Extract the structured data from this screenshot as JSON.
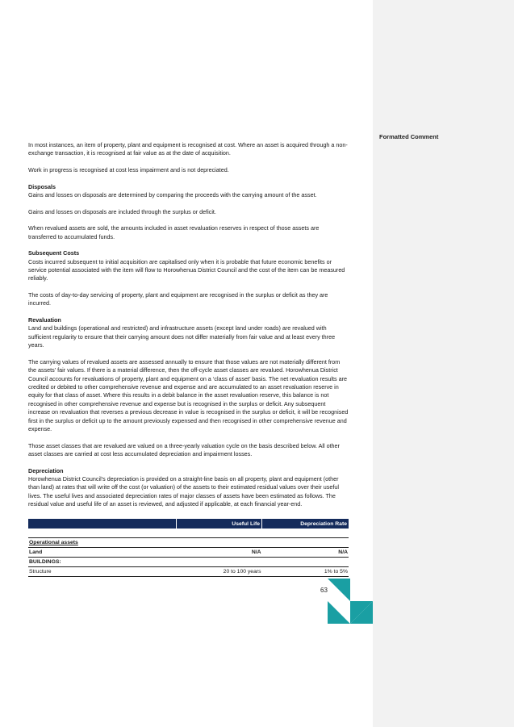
{
  "sidebar": {
    "title": "Formatted Comment"
  },
  "paragraphs": {
    "p1": "In most instances, an item of property, plant and equipment is recognised at cost. Where an asset is acquired through a non-exchange transaction, it is recognised at fair value as at the date of acquisition.",
    "p2": "Work in progress is recognised at cost less impairment and is not depreciated.",
    "disposals_heading": "Disposals",
    "p3": "Gains and losses on disposals are determined by comparing the proceeds with the carrying amount of the asset.",
    "p4": "Gains and losses on disposals are included through the surplus or deficit.",
    "p5": "When revalued assets are sold, the amounts included in asset revaluation reserves in respect of those assets are transferred to accumulated funds.",
    "subsequent_heading": "Subsequent Costs",
    "p6": "Costs incurred subsequent to initial acquisition are capitalised only when it is probable that future economic benefits or service potential associated with the item will flow to Horowhenua District Council and the cost of the item can be measured reliably.",
    "p7": "The costs of day-to-day servicing of property, plant and equipment are recognised in the surplus or deficit as they are incurred.",
    "revaluation_heading": "Revaluation",
    "p8": "Land and buildings (operational and restricted) and infrastructure assets (except land under roads) are revalued with sufficient regularity to ensure that their carrying amount does not differ materially from fair value and at least every three years.",
    "p9": "The carrying values of revalued assets are assessed annually to ensure that those values are not materially different from the assets’ fair values. If there is a material difference, then the off-cycle asset classes are revalued. Horowhenua District Council accounts for revaluations of property, plant and equipment on a ‘class of asset’ basis. The net revaluation results are credited or debited to other comprehensive revenue and expense and are accumulated to an asset revaluation reserve in equity for that class of asset. Where this results in a debit balance in the asset revaluation reserve, this balance is not recognised in other comprehensive revenue and expense but is recognised in the surplus or deficit. Any subsequent increase on revaluation that reverses a previous decrease in value is recognised in the surplus or deficit, it will be recognised first in the surplus or deficit up to the amount previously expensed and then recognised in other comprehensive revenue and expense.",
    "p10": "Those asset classes that are revalued are valued on a three-yearly valuation cycle on the basis described below. All other asset classes are carried at cost less accumulated depreciation and impairment losses.",
    "depreciation_heading": "Depreciation",
    "p11": "Horowhenua District Council’s depreciation is provided on a straight-line basis on all property, plant and equipment (other than land) at rates that will write off the cost (or valuation) of the assets to their estimated residual values over their useful lives. The useful lives and associated depreciation rates of major classes of assets have been estimated as follows. The residual value and useful life of an asset is reviewed, and adjusted if applicable, at each financial year-end."
  },
  "table": {
    "headers": {
      "name": "",
      "life": "Useful Life",
      "rate": "Depreciation Rate"
    },
    "section": "Operational assets",
    "rows": [
      {
        "name": "Land",
        "life": "N/A",
        "rate": "N/A",
        "bold": true
      },
      {
        "name": "BUILDINGS:",
        "life": "",
        "rate": "",
        "bold": true
      },
      {
        "name": "Structure",
        "life": "20 to 100 years",
        "rate": "1% to 5%",
        "bold": false
      }
    ]
  },
  "page_number": "63",
  "colors": {
    "header_bg": "#142b5c",
    "logo_teal": "#1a9fa3",
    "sidebar_bg": "#f2f2f2"
  }
}
